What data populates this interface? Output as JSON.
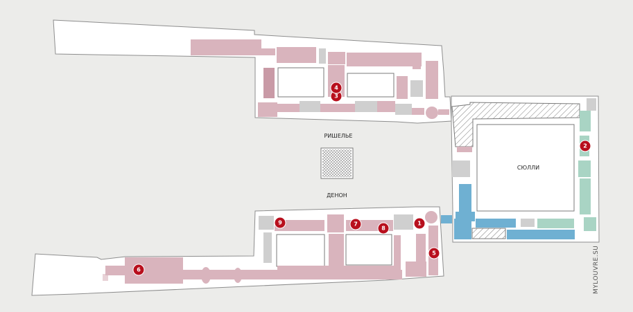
{
  "map": {
    "wings": {
      "richelieu": "РИШЕЛЬЕ",
      "sully": "СЮЛЛИ",
      "denon": "ДЕНОН"
    },
    "markers": [
      "1",
      "2",
      "3",
      "4",
      "5",
      "6",
      "7",
      "8",
      "9"
    ],
    "watermark": "MYLOUVRE.SU",
    "colors": {
      "background": "#ececea",
      "denon_richelieu_rooms": "#d9b4bd",
      "sully_blue_rooms": "#6fb0d2",
      "sully_green_rooms": "#a9d4c4",
      "marker": "#b80f1d"
    }
  }
}
